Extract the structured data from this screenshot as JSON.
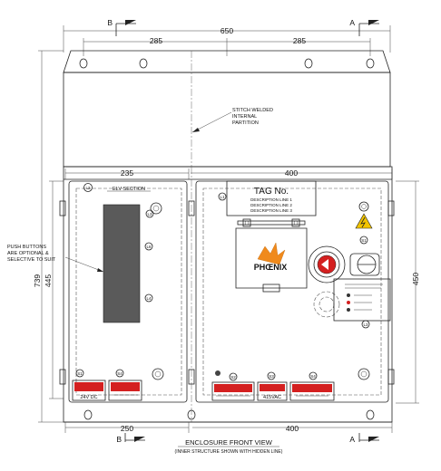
{
  "dimensions": {
    "top_overall": "650",
    "top_left": "285",
    "top_right": "285",
    "mid_left": "235",
    "mid_right": "400",
    "bottom_left": "250",
    "bottom_right": "400",
    "height_overall": "739",
    "height_inner": "445",
    "height_right": "450"
  },
  "section_markers": {
    "top_left": "B",
    "top_right": "A",
    "bottom_left": "B",
    "bottom_right": "A"
  },
  "notes": {
    "stitch_line1": "STITCH WELDED",
    "stitch_line2": "INTERNAL",
    "stitch_line3": "PARTITION",
    "push_line1": "PUSH BUTTONS",
    "push_line2": "ARE OPTIONAL &",
    "push_line3": "SELECTIVE TO SUIT"
  },
  "elv_section": "ELV SECTION",
  "tag": {
    "title": "TAG No.",
    "line1": "DESCRIPTION LINE 1",
    "line2": "DESCRIPTION LINE 2",
    "line3": "DESCRIPTION LINE 3"
  },
  "logo_text": "PHŒNIX",
  "callouts": {
    "L1": "L1",
    "L2": "L2",
    "L3a": "L3",
    "L3b": "L3",
    "L4": "L4",
    "L6": "L6",
    "S1a": "S1",
    "S1b": "S1",
    "S1c": "S1",
    "S2": "S2",
    "S3": "S3",
    "S4a": "S4",
    "S4b": "S4"
  },
  "voltage_labels": {
    "dc": "24V DC",
    "ac": "415VAC"
  },
  "caption": {
    "title": "ENCLOSURE FRONT VIEW",
    "subtitle": "(INNER STRUCTURE SHOWN WITH HIDDEN LINE)"
  },
  "colors": {
    "label_red": "#d42020",
    "warning_yellow": "#f2c400",
    "logo_orange": "#f08a1c",
    "dark_panel": "#5a5a5a"
  }
}
